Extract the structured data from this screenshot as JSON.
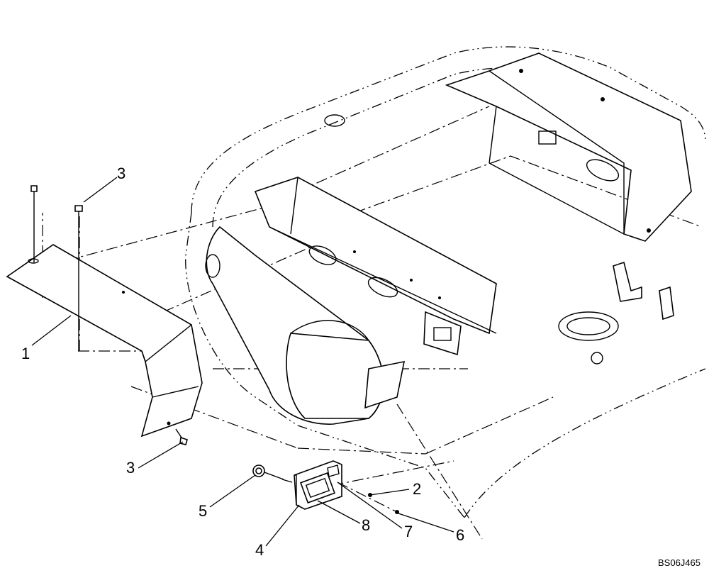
{
  "drawing_ref": "BS06J465",
  "callouts": [
    {
      "id": "c1",
      "label": "1"
    },
    {
      "id": "c2",
      "label": "2"
    },
    {
      "id": "c3a",
      "label": "3"
    },
    {
      "id": "c3b",
      "label": "3"
    },
    {
      "id": "c4",
      "label": "4"
    },
    {
      "id": "c5",
      "label": "5"
    },
    {
      "id": "c6",
      "label": "6"
    },
    {
      "id": "c7",
      "label": "7"
    },
    {
      "id": "c8",
      "label": "8"
    }
  ]
}
